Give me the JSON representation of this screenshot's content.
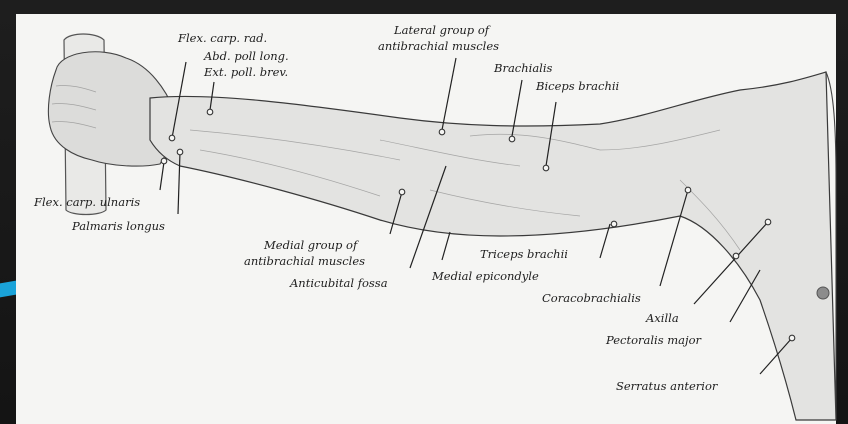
{
  "figure": {
    "labels": [
      {
        "key": "flex_carp_rad",
        "text": "Flex. carp. rad."
      },
      {
        "key": "abd_poll_long",
        "text": "Abd. poll long."
      },
      {
        "key": "ext_poll_brev",
        "text": "Ext. poll. brev."
      },
      {
        "key": "lateral_group_1",
        "text": "Lateral group of"
      },
      {
        "key": "lateral_group_2",
        "text": "antibrachial muscles"
      },
      {
        "key": "brachialis",
        "text": "Brachialis"
      },
      {
        "key": "biceps_brachii",
        "text": "Biceps brachii"
      },
      {
        "key": "flex_carp_ulnaris",
        "text": "Flex. carp. ulnaris"
      },
      {
        "key": "palmaris_longus",
        "text": "Palmaris longus"
      },
      {
        "key": "medial_group_1",
        "text": "Medial group of"
      },
      {
        "key": "medial_group_2",
        "text": "antibrachial muscles"
      },
      {
        "key": "anticubital_fossa",
        "text": "Anticubital fossa"
      },
      {
        "key": "medial_epicondyle",
        "text": "Medial epicondyle"
      },
      {
        "key": "triceps_brachii",
        "text": "Triceps brachii"
      },
      {
        "key": "coracobrachialis",
        "text": "Coracobrachialis"
      },
      {
        "key": "axilla",
        "text": "Axilla"
      },
      {
        "key": "pectoralis_major",
        "text": "Pectoralis major"
      },
      {
        "key": "serratus_anterior",
        "text": "Serratus anterior"
      }
    ]
  },
  "colors": {
    "background": "#1b1b1b",
    "plate": "#f5f5f3",
    "accent": "#1aa3d9",
    "ink": "#1d1d1d"
  }
}
